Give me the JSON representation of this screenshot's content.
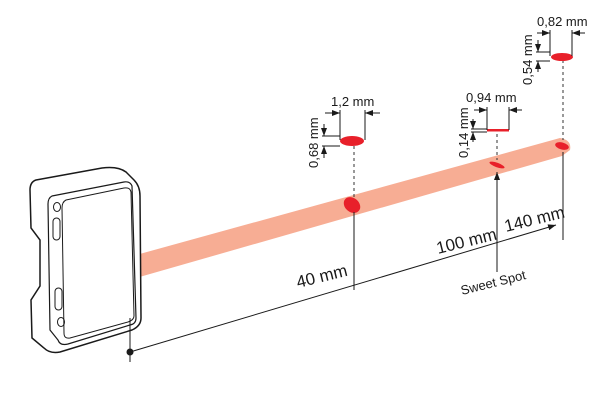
{
  "colors": {
    "beam": "#f7ad94",
    "spot": "#e8202a",
    "line": "#1a1a1a"
  },
  "distances": {
    "d1": "40 mm",
    "d2": "100 mm",
    "d3": "140 mm",
    "sweet_spot": "Sweet Spot"
  },
  "spots": [
    {
      "width": "1,2 mm",
      "height": "0,68 mm"
    },
    {
      "width": "0,94 mm",
      "height": "0,14 mm"
    },
    {
      "width": "0,82 mm",
      "height": "0,54 mm"
    }
  ]
}
